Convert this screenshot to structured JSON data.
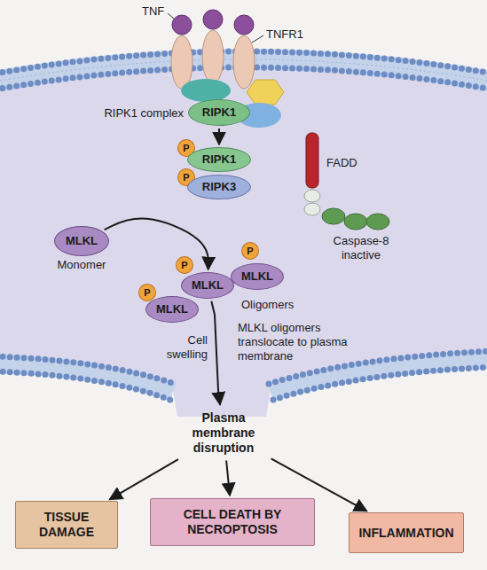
{
  "diagram": {
    "nodes": [
      {
        "text": [
          "RIPK1 complex",
          "RIPK1"
        ]
      },
      {
        "text": [
          "P"
        ]
      },
      {
        "text": [
          "RIPK1"
        ]
      },
      {
        "text": [
          "P"
        ]
      },
      {
        "text": [
          "RIPK3"
        ]
      },
      {
        "text": [
          "MLKL",
          "Monomer"
        ]
      },
      {
        "text": [
          "P"
        ]
      },
      {
        "text": [
          "MLKL"
        ]
      },
      {
        "text": [
          "P"
        ]
      },
      {
        "text": [
          "MLKL"
        ]
      },
      {
        "text": [
          "P"
        ]
      },
      {
        "text": [
          "MLKL"
        ]
      },
      {
        "text": [
          "Plasma membrane disruption"
        ]
      },
      {
        "text": [
          "TISSUE DAMAGE"
        ]
      },
      {
        "text": [
          "CELL DEATH BY NECROPTOSIS"
        ]
      },
      {
        "text": [
          "INFLAMMATION"
        ]
      }
    ],
    "edges": [
      {
        "from": 0,
        "to": 2,
        "arrow": "to"
      },
      {
        "from": 5,
        "to": 9,
        "arrow": "to"
      },
      {
        "from": 9,
        "to": 12,
        "arrow": "to",
        "label": "MLKL oligomers translocate to plasma membrane"
      },
      {
        "from": 12,
        "to": 13,
        "arrow": "to"
      },
      {
        "from": 12,
        "to": 14,
        "arrow": "to"
      },
      {
        "from": 12,
        "to": 15,
        "arrow": "to"
      }
    ],
    "labels": [
      "TNF",
      "TNFR1",
      "FADD",
      "Caspase-8 inactive",
      "Oligomers",
      "Cell swelling"
    ]
  }
}
